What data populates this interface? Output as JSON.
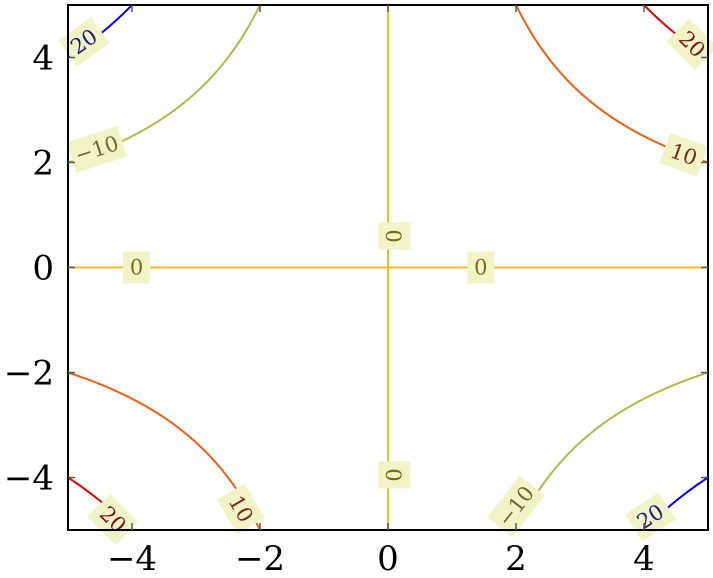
{
  "chart_data": {
    "type": "contour",
    "function": "z = x*y",
    "xlim": [
      -5,
      5
    ],
    "ylim": [
      -5,
      5
    ],
    "x_ticks": [
      {
        "value": -4,
        "label": "−4"
      },
      {
        "value": -2,
        "label": "−2"
      },
      {
        "value": 0,
        "label": "0"
      },
      {
        "value": 2,
        "label": "2"
      },
      {
        "value": 4,
        "label": "4"
      }
    ],
    "y_ticks": [
      {
        "value": -4,
        "label": "−4"
      },
      {
        "value": -2,
        "label": "−2"
      },
      {
        "value": 0,
        "label": "0"
      },
      {
        "value": 2,
        "label": "2"
      },
      {
        "value": 4,
        "label": "4"
      }
    ],
    "grid": false,
    "levels": [
      {
        "level": -20,
        "color": "#0000ee"
      },
      {
        "level": -10,
        "color": "#b5b84a"
      },
      {
        "level": 0,
        "color": "#f0c020"
      },
      {
        "level": 10,
        "color": "#f06010"
      },
      {
        "level": 20,
        "color": "#e00000"
      }
    ],
    "contour_labels": [
      {
        "text": "20",
        "x": -4.75,
        "y": 4.3,
        "angle": -35,
        "color": "#1a1a7a"
      },
      {
        "text": "−10",
        "x": -4.55,
        "y": 2.25,
        "angle": -18,
        "color": "#6b6b2a"
      },
      {
        "text": "0",
        "x": -3.93,
        "y": 0,
        "angle": 0,
        "color": "#7a6a10"
      },
      {
        "text": "0",
        "x": 0.1,
        "y": 0.6,
        "angle": -90,
        "color": "#7a6a10"
      },
      {
        "text": "0",
        "x": 1.45,
        "y": 0,
        "angle": 0,
        "color": "#7a6a10"
      },
      {
        "text": "20",
        "x": 4.75,
        "y": 4.25,
        "angle": 45,
        "color": "#7a1010"
      },
      {
        "text": "10",
        "x": 4.62,
        "y": 2.15,
        "angle": 20,
        "color": "#7a2a10"
      },
      {
        "text": "0",
        "x": 0.1,
        "y": -3.95,
        "angle": -90,
        "color": "#7a6a10"
      },
      {
        "text": "10",
        "x": -2.3,
        "y": -4.6,
        "angle": 60,
        "color": "#7a2a10"
      },
      {
        "text": "20",
        "x": -4.3,
        "y": -4.8,
        "angle": 45,
        "color": "#7a1010"
      },
      {
        "text": "−10",
        "x": 2.0,
        "y": -4.55,
        "angle": -52,
        "color": "#6b6b2a"
      },
      {
        "text": "20",
        "x": 4.1,
        "y": -4.75,
        "angle": -33,
        "color": "#1a1a7a"
      }
    ]
  }
}
